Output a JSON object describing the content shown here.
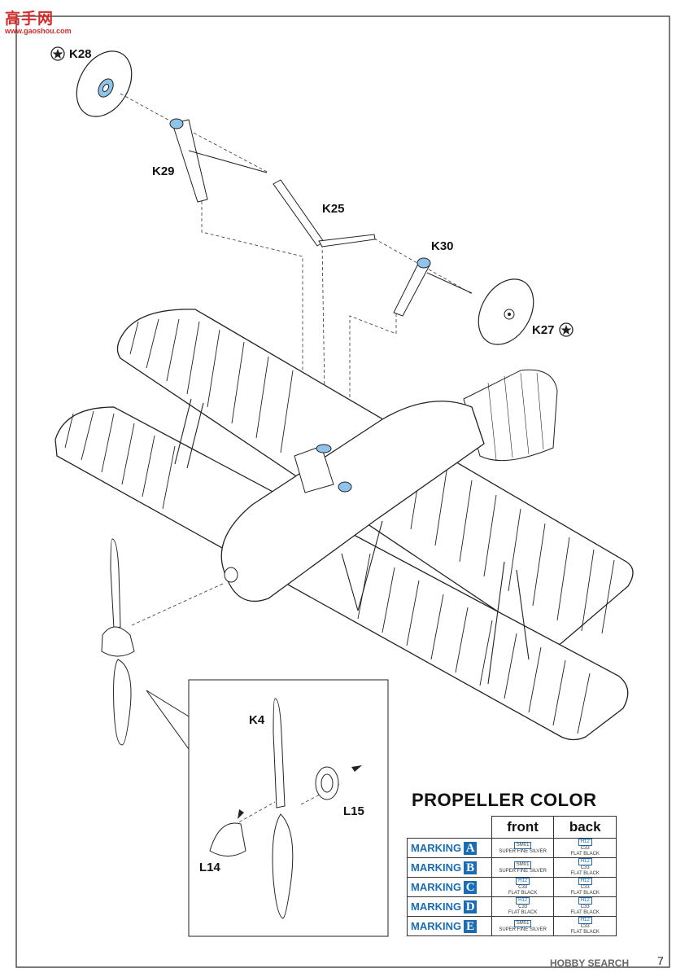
{
  "watermark": {
    "main": "高手网",
    "sub": "www.gaoshou.com"
  },
  "parts": {
    "k28": "K28",
    "k29": "K29",
    "k25": "K25",
    "k30": "K30",
    "k27": "K27",
    "k4": "K4",
    "l15": "L15",
    "l14": "L14"
  },
  "propeller_table": {
    "title": "PROPELLER COLOR",
    "col_front": "front",
    "col_back": "back",
    "marking_word": "MARKING",
    "rows": [
      {
        "letter": "A",
        "front_code": "SM01",
        "front_name": "SUPER FINE SILVER",
        "back_codes": [
          "H12",
          "C33"
        ],
        "back_name": "FLAT BLACK"
      },
      {
        "letter": "B",
        "front_code": "SM01",
        "front_name": "SUPER FINE SILVER",
        "back_codes": [
          "H12",
          "C33"
        ],
        "back_name": "FLAT BLACK"
      },
      {
        "letter": "C",
        "front_code": "H12",
        "front_code2": "C33",
        "front_name": "FLAT BLACK",
        "back_codes": [
          "H12",
          "C33"
        ],
        "back_name": "FLAT BLACK"
      },
      {
        "letter": "D",
        "front_code": "H12",
        "front_code2": "C33",
        "front_name": "FLAT BLACK",
        "back_codes": [
          "H12",
          "C33"
        ],
        "back_name": "FLAT BLACK"
      },
      {
        "letter": "E",
        "front_code": "SM01",
        "front_name": "SUPER FINE SILVER",
        "back_codes": [
          "H12",
          "C33"
        ],
        "back_name": "FLAT BLACK"
      }
    ]
  },
  "footer": {
    "brand": "HOBBY SEARCH",
    "page": "7"
  },
  "colors": {
    "accent_blue": "#1a6db5",
    "part_fill": "#8fc3ea",
    "watermark_red": "#d32a2a"
  }
}
